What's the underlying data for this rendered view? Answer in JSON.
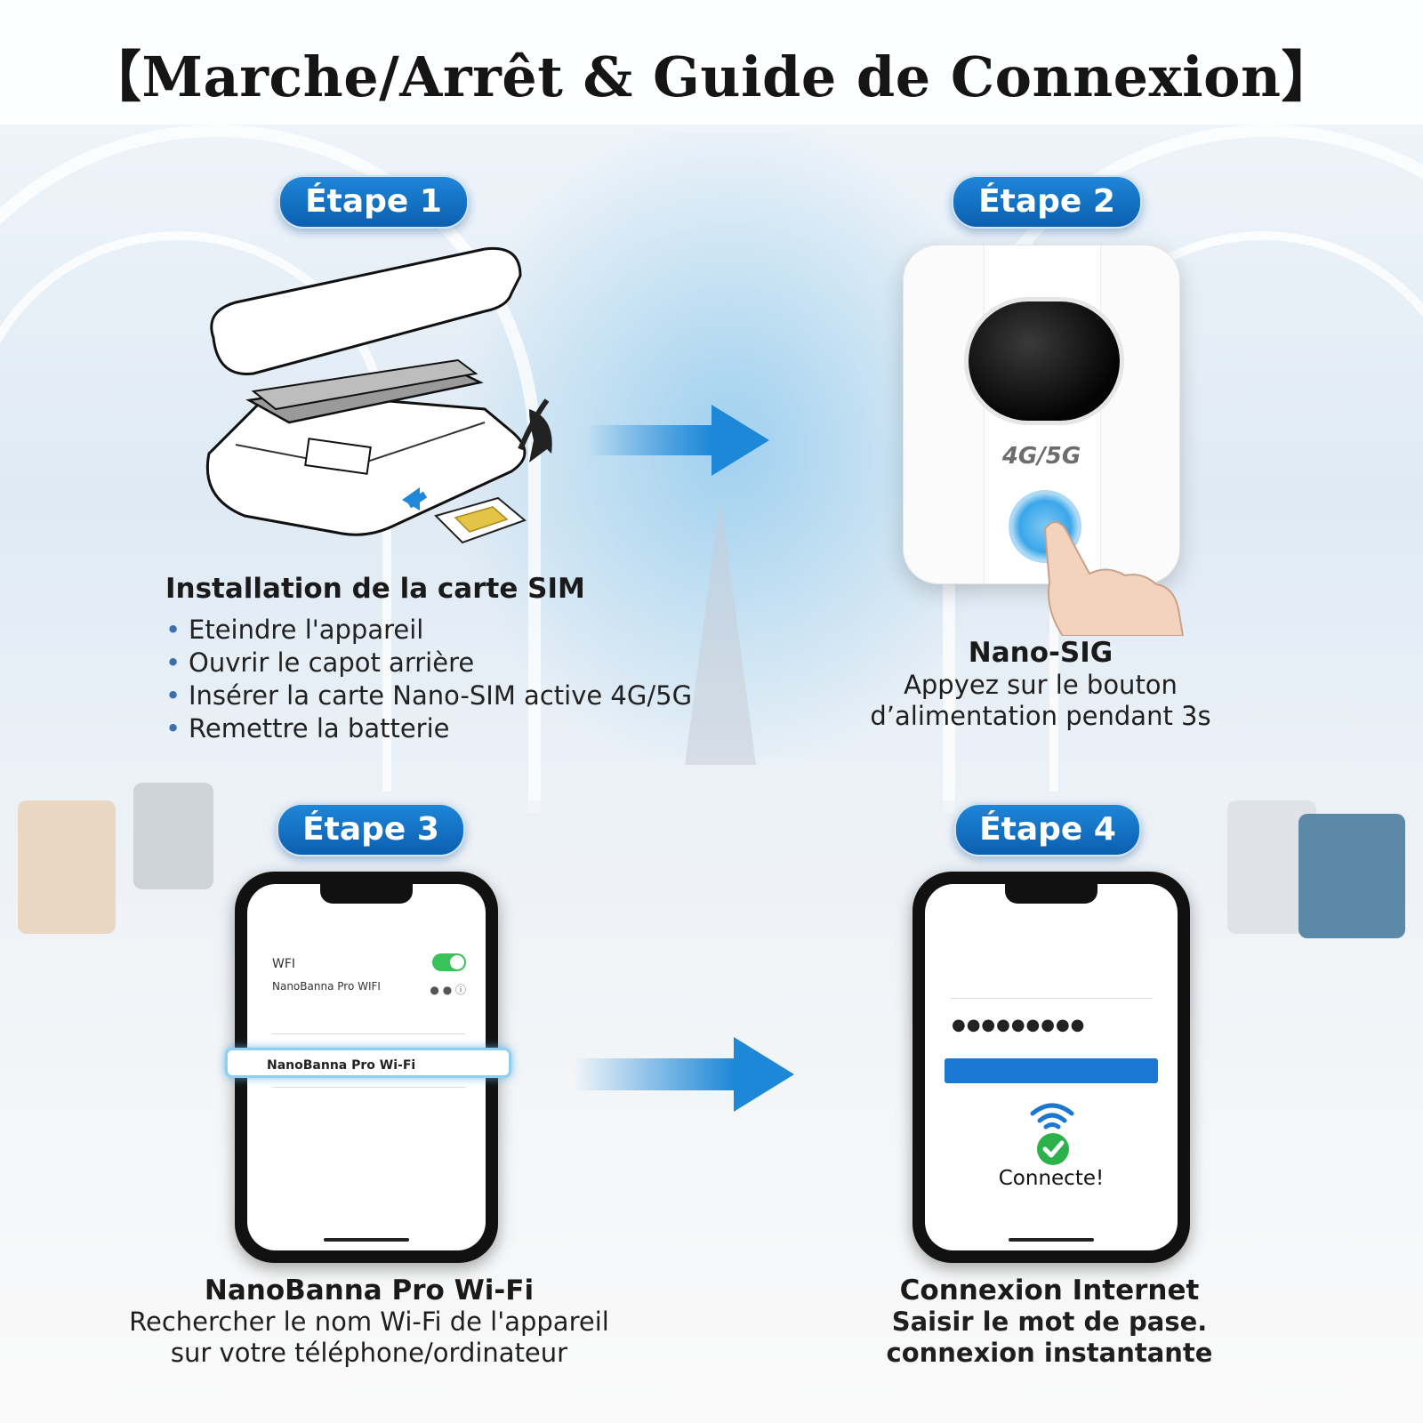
{
  "title": "【Marche/Arrêt & Guide de Connexion】",
  "steps": [
    {
      "badge": "Étape 1",
      "heading": "Installation de la carte SIM",
      "bullets": [
        "Eteindre l'appareil",
        "Ouvrir le capot arrière",
        "Insérer la carte Nano-SIM active 4G/5G",
        "Remettre la batterie"
      ]
    },
    {
      "badge": "Étape 2",
      "heading": "Nano-SIG",
      "desc_lines": [
        "Appyez sur le bouton",
        "d’alimentation pendant 3s"
      ],
      "device_label": "4G/5G"
    },
    {
      "badge": "Étape 3",
      "heading": "NanoBanna Pro Wi-Fi",
      "desc_lines": [
        "Rechercher le nom Wi-Fi de l'appareil",
        "sur votre téléphone/ordinateur"
      ],
      "phone": {
        "wifi_label": "WFI",
        "connected_network": "NanoBanna Pro WIFI",
        "selected_network": "NanoBanna Pro Wi-Fi"
      }
    },
    {
      "badge": "Étape 4",
      "heading": "Connexion Internet",
      "desc_lines": [
        "Saisir le mot de pase.",
        "connexion instantante"
      ],
      "phone": {
        "password_mask": "●●●●●●●●●",
        "status": "Connecte!"
      }
    }
  ],
  "colors": {
    "badge": "#0b6cc4",
    "arrow": "#1e88d8",
    "success": "#2cb24a",
    "toggle": "#39c15a"
  },
  "icons": [
    "arrow-right-icon",
    "wifi-icon",
    "check-circle-icon",
    "power-button-icon",
    "sim-card-icon"
  ]
}
